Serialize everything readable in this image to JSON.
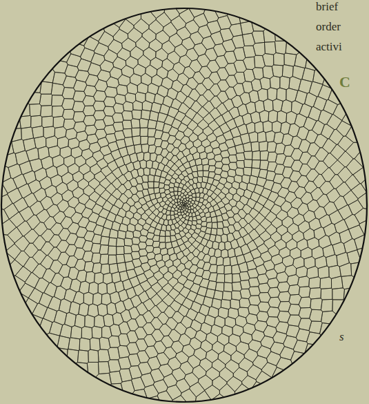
{
  "diagram": {
    "labels": [
      "brief",
      "order",
      "activi",
      "C",
      "s"
    ]
  }
}
